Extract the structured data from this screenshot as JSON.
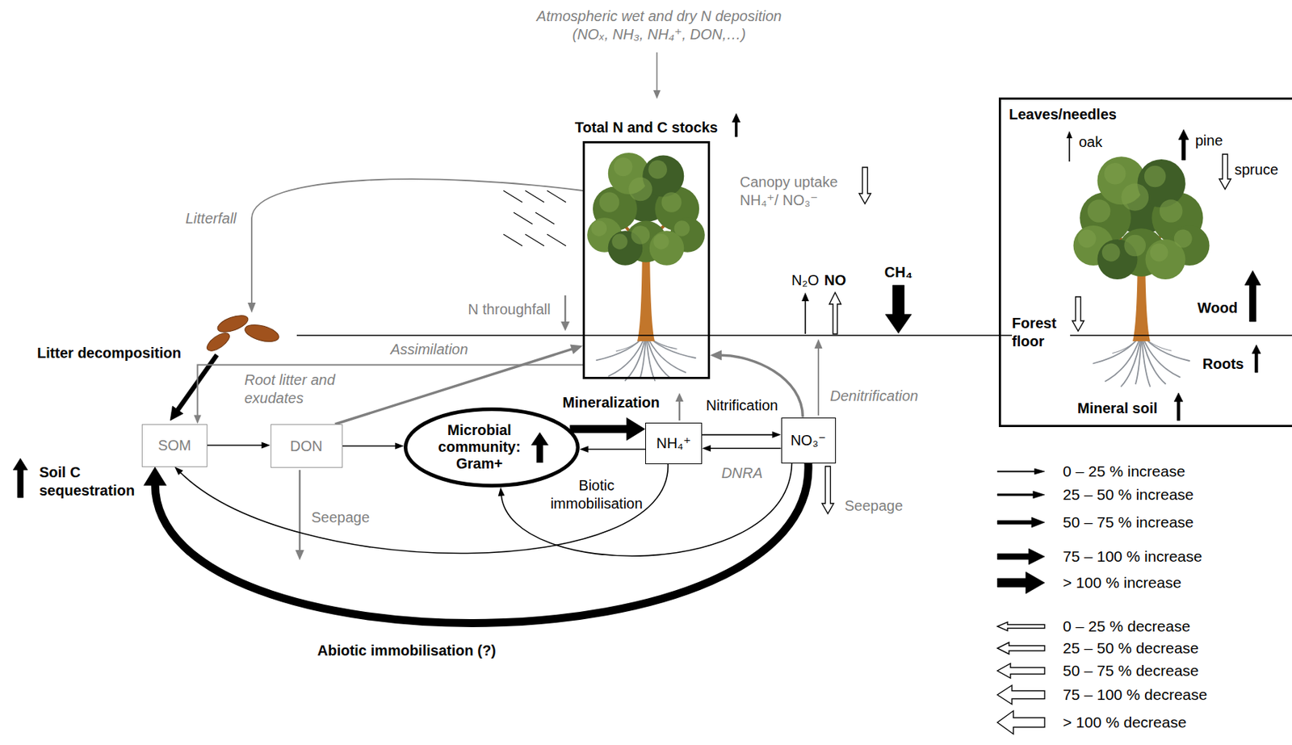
{
  "diagram": {
    "nodes": [
      {
        "text": [
          "Total N and C stocks"
        ]
      },
      {
        "text": [
          "Leaves/needles",
          "oak",
          "pine",
          "spruce",
          "Forest floor",
          "Wood",
          "Roots",
          "Mineral soil"
        ]
      },
      {
        "text": [
          "SOM"
        ]
      },
      {
        "text": [
          "DON"
        ]
      },
      {
        "text": [
          "Microbial community: Gram+"
        ]
      },
      {
        "text": [
          "NH₄⁺"
        ]
      },
      {
        "text": [
          "NO₃⁻"
        ]
      }
    ],
    "edges": [
      {
        "from": 2,
        "to": 3,
        "arrow": "to"
      },
      {
        "from": 3,
        "to": 4,
        "arrow": "to"
      },
      {
        "from": 4,
        "to": 5,
        "label": "Mineralization",
        "arrow": "to"
      },
      {
        "from": 5,
        "to": 4,
        "label": "Biotic immobilisation",
        "arrow": "to"
      },
      {
        "from": 5,
        "to": 6,
        "label": "Nitrification",
        "arrow": "to"
      },
      {
        "from": 6,
        "to": 5,
        "label": "DNRA",
        "arrow": "to"
      },
      {
        "from": 3,
        "to": 0,
        "label": "Assimilation",
        "arrow": "to"
      },
      {
        "from": 6,
        "to": 0,
        "arrow": "to"
      },
      {
        "from": 0,
        "to": 2,
        "label": "Root litter and exudates",
        "arrow": "to"
      },
      {
        "from": 5,
        "to": 2,
        "arrow": "to"
      },
      {
        "from": 6,
        "to": 2,
        "label": "Abiotic immobilisation (?)",
        "arrow": "to"
      },
      {
        "from": 6,
        "to": 4,
        "arrow": "to"
      }
    ],
    "labels": [
      "Atmospheric wet and dry N deposition (NOₓ, NH₃, NH₄⁺, DON,…)",
      "Litterfall",
      "Canopy uptake NH₄⁺/ NO₃⁻",
      "N throughfall",
      "Litter decomposition",
      "N₂O",
      "NO",
      "CH₄",
      "Denitrification",
      "Seepage",
      "Seepage",
      "Soil C sequestration"
    ],
    "legend": [
      {
        "text": "0 – 25 % increase"
      },
      {
        "text": "25 – 50 % increase"
      },
      {
        "text": "50 – 75 % increase"
      },
      {
        "text": "75 – 100 % increase"
      },
      {
        "text": "> 100 % increase"
      },
      {
        "text": "0 – 25 % decrease"
      },
      {
        "text": "25 – 50 % decrease"
      },
      {
        "text": "50 – 75 % decrease"
      },
      {
        "text": "75 – 100 % decrease"
      },
      {
        "text": "> 100 % decrease"
      }
    ]
  }
}
